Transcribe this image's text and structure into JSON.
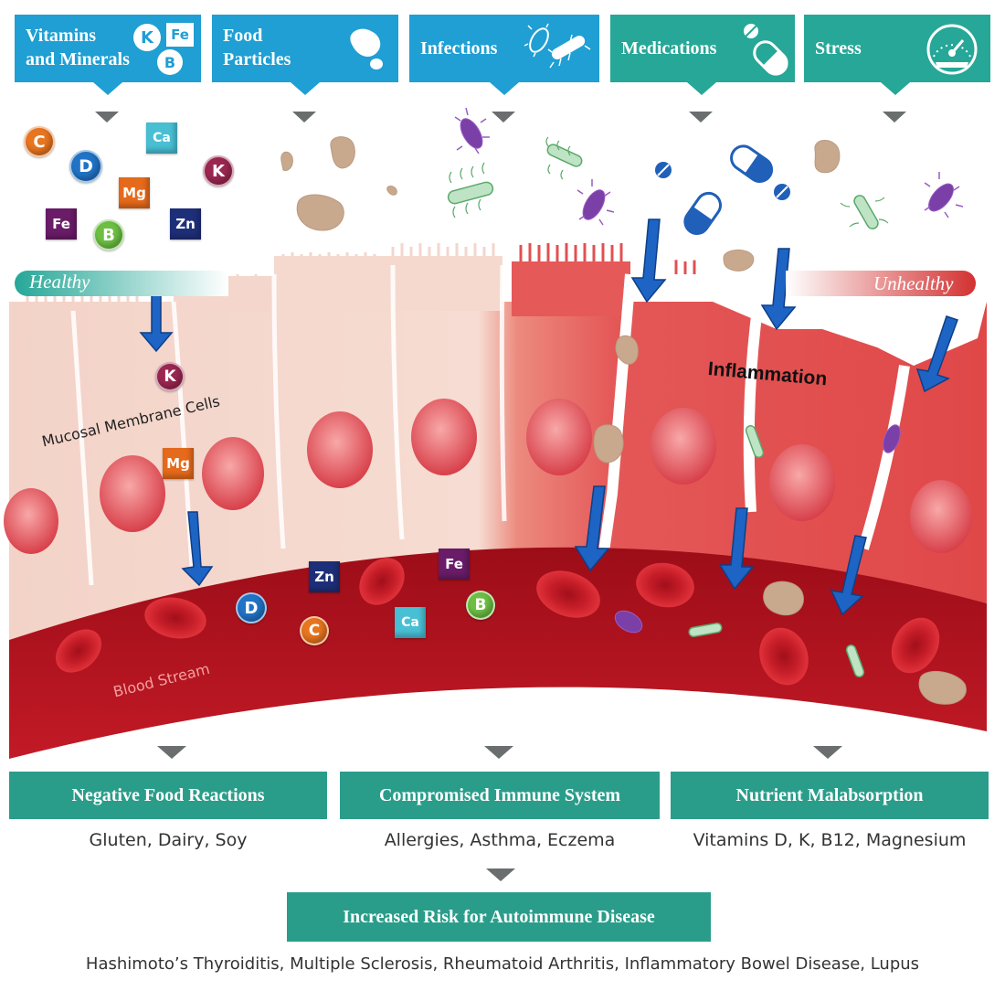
{
  "header_boxes": [
    {
      "label": "Vitamins\nand Minerals",
      "mini_badges": [
        "K",
        "Fe",
        "B"
      ]
    },
    {
      "label": "Food\nParticles"
    },
    {
      "label": "Infections"
    },
    {
      "label": "Medications"
    },
    {
      "label": "Stress"
    }
  ],
  "mini_badges": {
    "k": "K",
    "fe": "Fe",
    "b": "B"
  },
  "nutrients_top": {
    "c": "C",
    "ca": "Ca",
    "d": "D",
    "k": "K",
    "mg": "Mg",
    "fe": "Fe",
    "zn": "Zn",
    "b": "B"
  },
  "nutrients_cells": {
    "k": "K",
    "mg": "Mg"
  },
  "nutrients_blood": {
    "zn": "Zn",
    "fe": "Fe",
    "d": "D",
    "b": "B",
    "c": "C",
    "ca": "Ca"
  },
  "labels": {
    "healthy": "Healthy",
    "unhealthy": "Unhealthy",
    "inflammation": "Inflammation",
    "mucosal": "Mucosal Membrane Cells",
    "blood_stream": "Blood Stream"
  },
  "outcomes": [
    {
      "title": "Negative Food Reactions",
      "detail": "Gluten, Dairy, Soy"
    },
    {
      "title": "Compromised Immune System",
      "detail": "Allergies, Asthma, Eczema"
    },
    {
      "title": "Nutrient Malabsorption",
      "detail": "Vitamins D, K, B12, Magnesium"
    }
  ],
  "final": {
    "title": "Increased Risk for Autoimmune Disease",
    "detail": "Hashimoto’s Thyroiditis, Multiple Sclerosis, Rheumatoid Arthritis, Inflammatory Bowel Disease, Lupus"
  },
  "colors": {
    "header_blue": "#1f9fd3",
    "header_teal": "#26a797",
    "outcome_teal": "#2a9d8a",
    "arrow_blue": "#1d64c4",
    "blood_red": "#b3141f",
    "healthy_cell": "#f5d9cf",
    "inflamed_cell": "#e34c4c"
  }
}
